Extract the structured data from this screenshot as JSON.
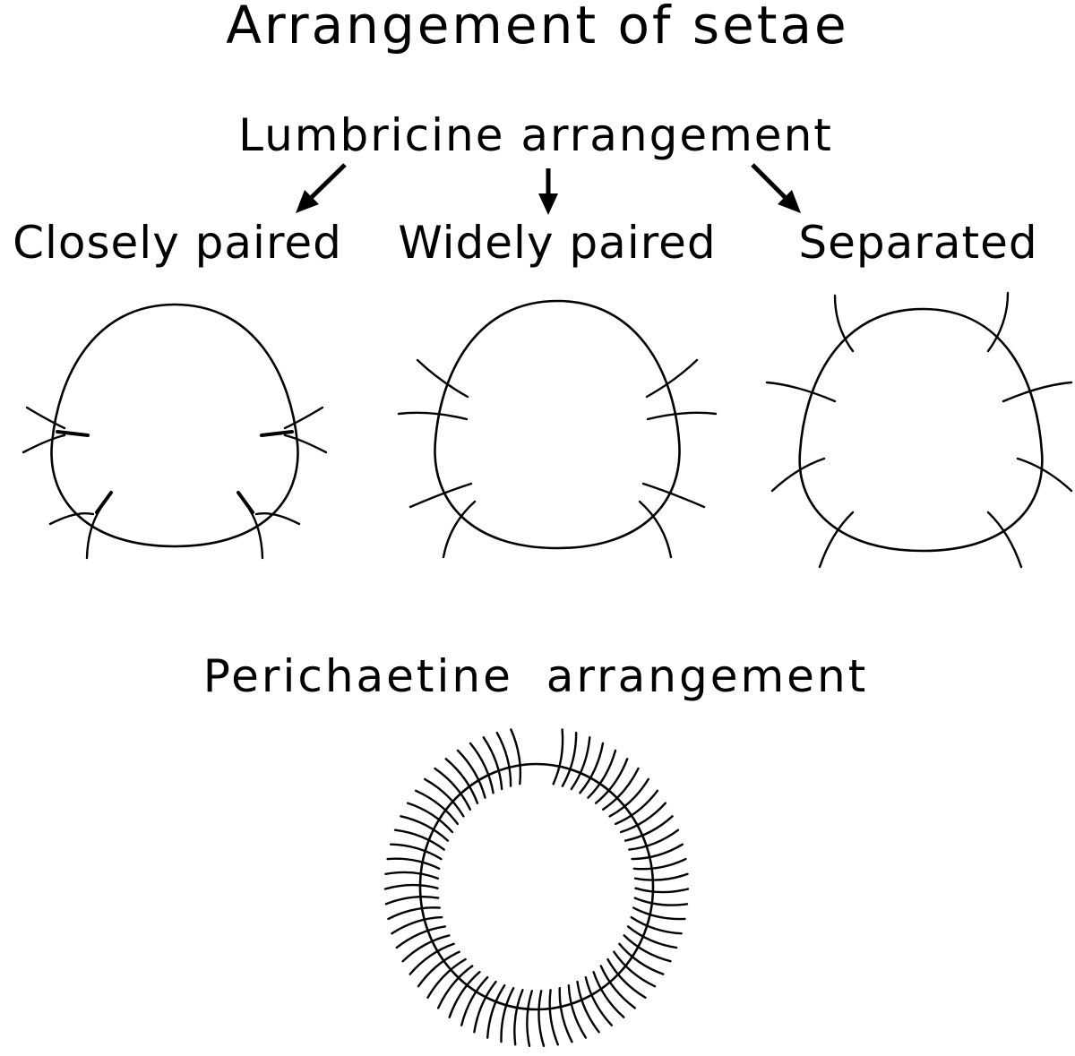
{
  "title": "Arrangement of setae",
  "lumbricine": {
    "heading": "Lumbricine arrangement",
    "types": [
      {
        "label": "Closely paired"
      },
      {
        "label": "Widely paired"
      },
      {
        "label": "Separated"
      }
    ]
  },
  "perichaetine": {
    "heading": "Perichaetine arrangement"
  },
  "colors": {
    "ink": "#000000",
    "background": "#ffffff"
  }
}
